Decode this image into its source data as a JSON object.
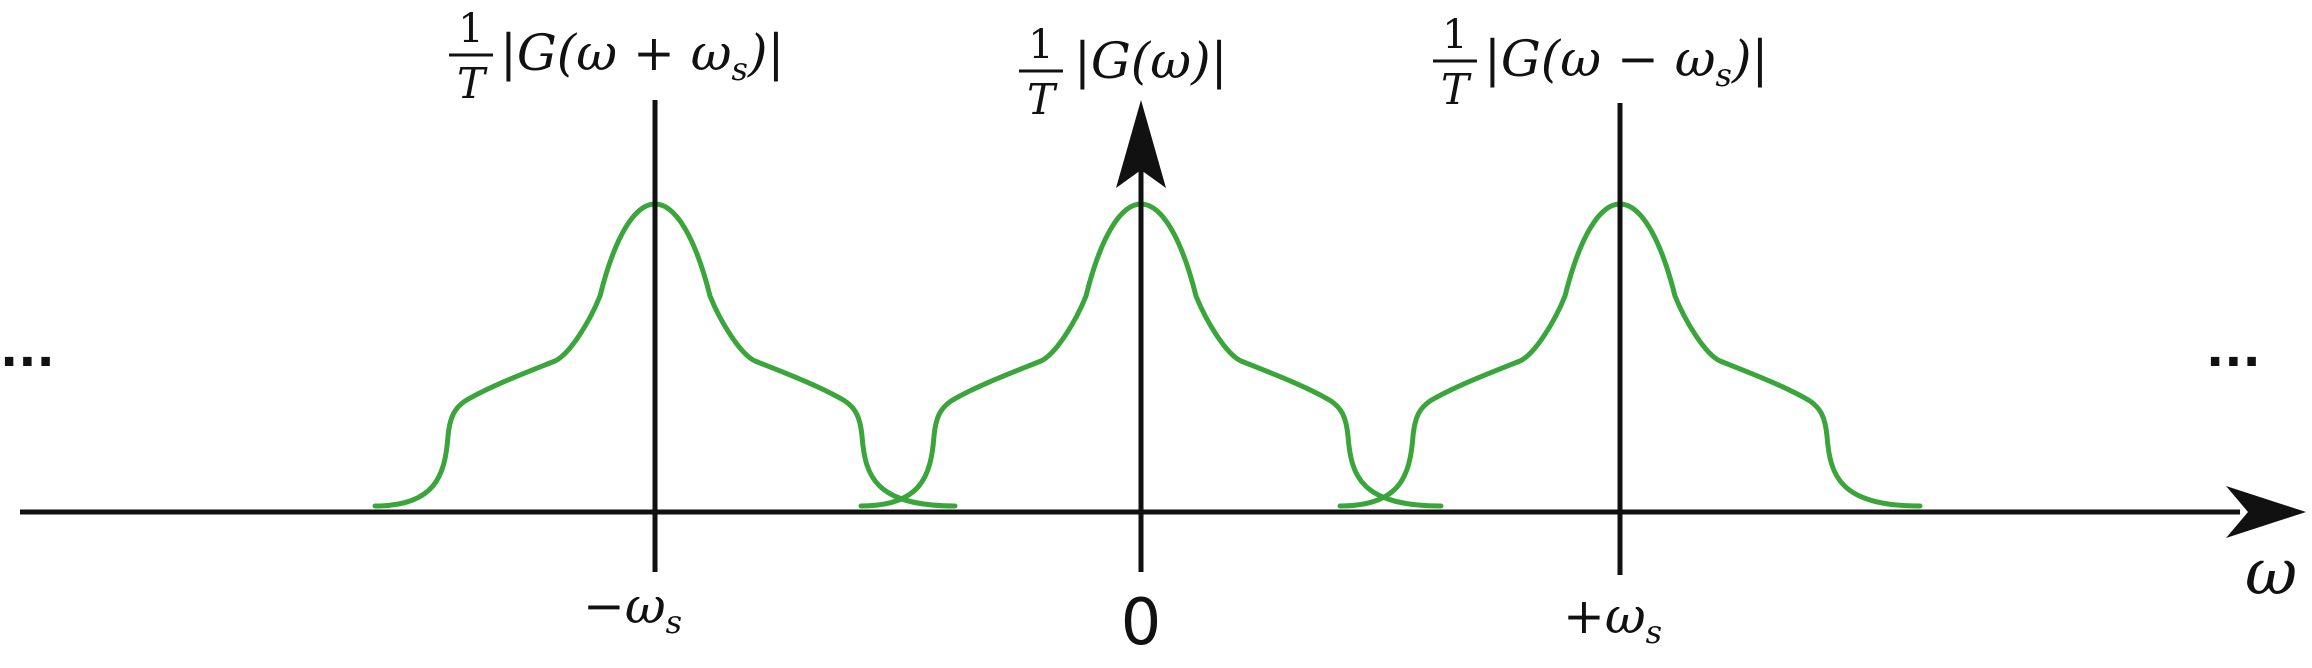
{
  "colors": {
    "axis": "#111111",
    "curve": "#3aa53a",
    "background": "#ffffff"
  },
  "labels": {
    "left_spectrum": {
      "factor_num": "1",
      "factor_den": "T",
      "expr": "|G(ω + ω",
      "sub": "s",
      "close": ")|"
    },
    "center_spectrum": {
      "factor_num": "1",
      "factor_den": "T",
      "expr": "|G(ω)|"
    },
    "right_spectrum": {
      "factor_num": "1",
      "factor_den": "T",
      "expr": "|G(ω − ω",
      "sub": "s",
      "close": ")|"
    },
    "tick_left": {
      "prefix": "−ω",
      "sub": "s"
    },
    "tick_center": "0",
    "tick_right": {
      "prefix": "+ω",
      "sub": "s"
    },
    "axis_label": "ω",
    "ellipsis_left": "...",
    "ellipsis_right": "..."
  },
  "copies": [
    {
      "name": "shifted-left",
      "center": "-ωs"
    },
    {
      "name": "baseband",
      "center": "0"
    },
    {
      "name": "shifted-right",
      "center": "+ωs"
    }
  ]
}
